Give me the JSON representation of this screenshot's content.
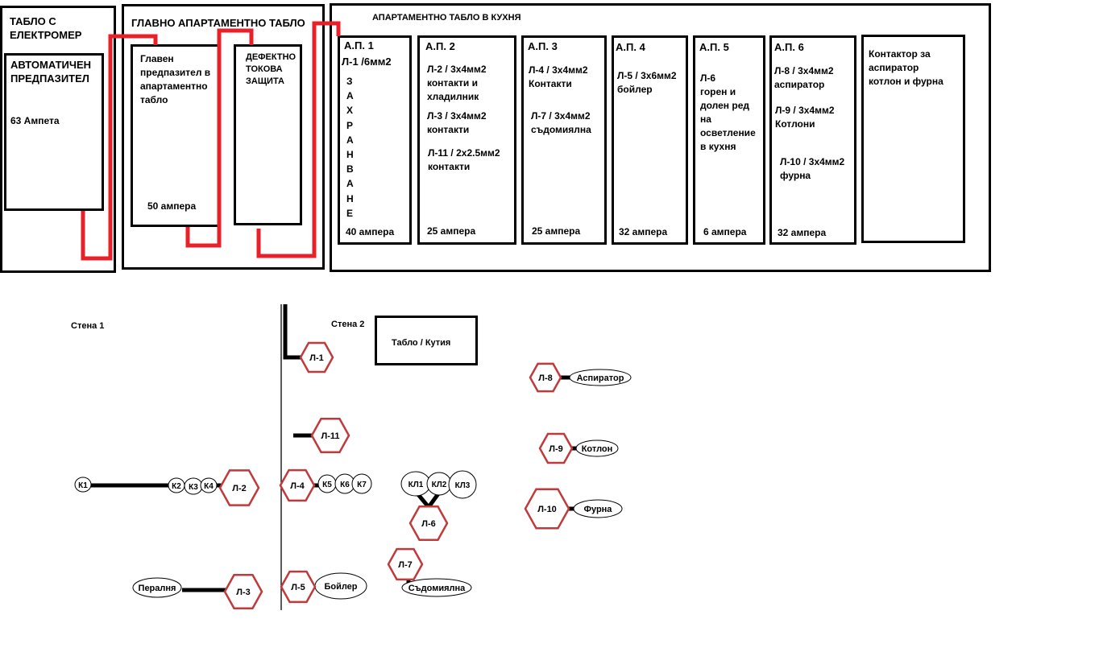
{
  "colors": {
    "wire": "#e8202a",
    "hex": "#c0393b",
    "line": "#000000"
  },
  "meter_panel": {
    "title": "ТАБЛО С\nЕЛЕКТРОМЕР",
    "breaker_title": "АВТОМАТИЧЕН\nПРЕДПАЗИТЕЛ",
    "breaker_rating": "63 Ампета"
  },
  "main_panel": {
    "title": "ГЛАВНО АПАРТАМЕНТНО ТАБЛО",
    "main_breaker": "Главен\nпредпазител в\nапартаментно\nтабло",
    "main_rating": "50 ампера",
    "rcd": "ДЕФЕКТНО\nТОКОВА\nЗАЩИТА"
  },
  "kitchen_panel": {
    "title": "АПАРТАМЕНТНО ТАБЛО В КУХНЯ",
    "ap1": {
      "name": "А.П. 1",
      "line": "Л-1 /6мм2",
      "vertical": [
        "З",
        "А",
        "Х",
        "Р",
        "А",
        "Н",
        "В",
        "А",
        "Н",
        "Е"
      ],
      "rating": "40 ампера"
    },
    "ap2": {
      "name": "А.П. 2",
      "lines": [
        "Л-2 / 3х4мм2\nконтакти и\nхладилник",
        "Л-3 / 3х4мм2\nконтакти",
        "Л-11 / 2х2.5мм2\nконтакти"
      ],
      "rating": "25 ампера"
    },
    "ap3": {
      "name": "А.П. 3",
      "lines": [
        "Л-4 / 3х4мм2\nКонтакти",
        "Л-7 / 3х4мм2\nсъдомиялна"
      ],
      "rating": "25 ампера"
    },
    "ap4": {
      "name": "А.П. 4",
      "lines": [
        "Л-5 / 3х6мм2\nбойлер"
      ],
      "rating": "32 ампера"
    },
    "ap5": {
      "name": "А.П. 5",
      "lines": [
        "Л-6\nгорен и\nдолен ред\nна\nосветление\nв кухня"
      ],
      "rating": "6 ампера"
    },
    "ap6": {
      "name": "А.П. 6",
      "lines": [
        "Л-8 / 3х4мм2\nаспиратор",
        "Л-9 / 3х4мм2\nКотлони",
        "Л-10 / 3х4мм2\nфурна"
      ],
      "rating": "32 ампера"
    },
    "contactor": "Контактор за\nаспиратор\nкотлон и фурна"
  },
  "layout": {
    "wall1": "Стена 1",
    "wall2": "Стена 2",
    "box": "Табло / Кутия",
    "hexes": [
      "Л-1",
      "Л-11",
      "Л-2",
      "Л-4",
      "Л-6",
      "Л-5",
      "Л-3",
      "Л-7",
      "Л-8",
      "Л-9",
      "Л-10"
    ],
    "sockets": [
      "К1",
      "К2",
      "К3",
      "К4",
      "К5",
      "К6",
      "К7",
      "КЛ1",
      "КЛ2",
      "КЛ3"
    ],
    "appliances": [
      "Аспиратор",
      "Котлон",
      "Фурна",
      "Бойлер",
      "Пералня",
      "Съдомиялна"
    ]
  }
}
